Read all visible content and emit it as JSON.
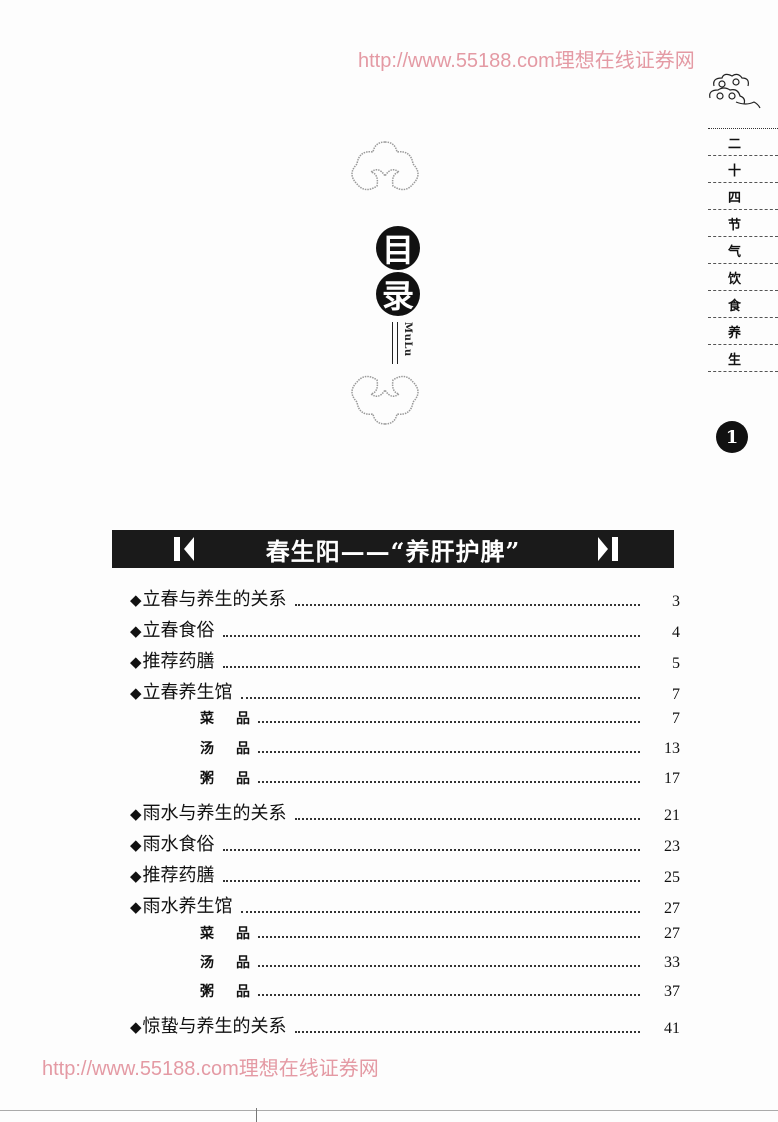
{
  "watermark": {
    "top": "http://www.55188.com理想在线证券网",
    "bottom": "http://www.55188.com理想在线证券网",
    "color": "#e49aa4"
  },
  "side_tab": {
    "book_title_chars": [
      "二",
      "十",
      "四",
      "节",
      "气",
      "饮",
      "食",
      "养",
      "生"
    ],
    "page_number": "1"
  },
  "emblem": {
    "chars": [
      "目",
      "录"
    ],
    "pinyin": "MuLu"
  },
  "section": {
    "title": "春生阳——“养肝护脾”"
  },
  "toc": {
    "entries": [
      {
        "level": 1,
        "bullet": "◆",
        "label": "立春与养生的关系",
        "page": "3"
      },
      {
        "level": 1,
        "bullet": "◆",
        "label": "立春食俗",
        "page": "4"
      },
      {
        "level": 1,
        "bullet": "◆",
        "label": "推荐药膳",
        "page": "5"
      },
      {
        "level": 1,
        "bullet": "◆",
        "label": "立春养生馆",
        "page": "7"
      },
      {
        "level": 2,
        "label_a": "菜",
        "label_b": "品",
        "page": "7"
      },
      {
        "level": 2,
        "label_a": "汤",
        "label_b": "品",
        "page": "13"
      },
      {
        "level": 2,
        "label_a": "粥",
        "label_b": "品",
        "page": "17"
      },
      {
        "level": 1,
        "bullet": "◆",
        "label": "雨水与养生的关系",
        "page": "21"
      },
      {
        "level": 1,
        "bullet": "◆",
        "label": "雨水食俗",
        "page": "23"
      },
      {
        "level": 1,
        "bullet": "◆",
        "label": "推荐药膳",
        "page": "25"
      },
      {
        "level": 1,
        "bullet": "◆",
        "label": "雨水养生馆",
        "page": "27"
      },
      {
        "level": 2,
        "label_a": "菜",
        "label_b": "品",
        "page": "27"
      },
      {
        "level": 2,
        "label_a": "汤",
        "label_b": "品",
        "page": "33"
      },
      {
        "level": 2,
        "label_a": "粥",
        "label_b": "品",
        "page": "37"
      },
      {
        "level": 1,
        "bullet": "◆",
        "label": "惊蛰与养生的关系",
        "page": "41"
      }
    ]
  }
}
